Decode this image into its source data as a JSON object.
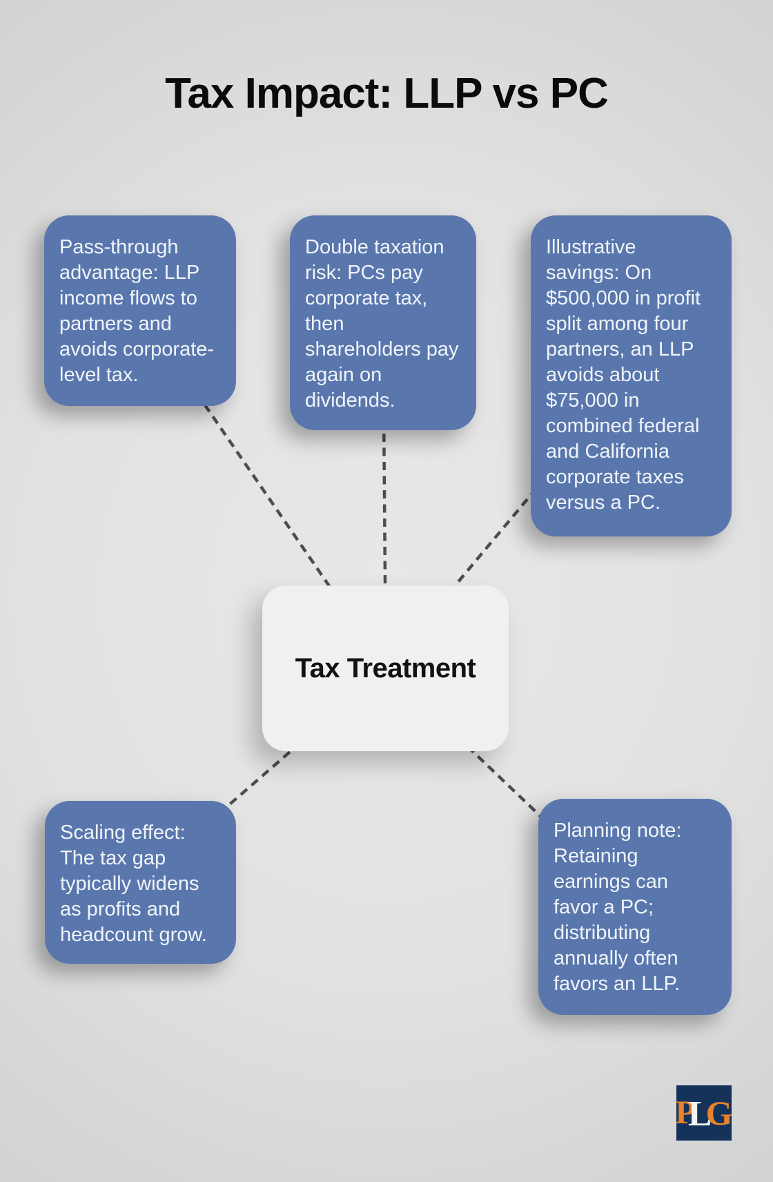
{
  "title": "Tax Impact: LLP vs PC",
  "hub": {
    "label": "Tax Treatment"
  },
  "nodes": [
    {
      "id": "pass-through-advantage",
      "text": "Pass-through\nadvantage: LLP\nincome flows to\npartners and\navoids corporate-\nlevel tax."
    },
    {
      "id": "double-taxation-risk",
      "text": "Double taxation\nrisk: PCs pay\ncorporate tax,\nthen\nshareholders pay\nagain on\ndividends."
    },
    {
      "id": "illustrative-savings",
      "text": "Illustrative\nsavings: On\n$500,000 in profit\nsplit among four\npartners, an LLP\navoids about\n$75,000 in\ncombined federal\nand California\ncorporate taxes\nversus a PC."
    },
    {
      "id": "scaling-effect",
      "text": "Scaling effect:\nThe tax gap\ntypically widens\nas profits and\nheadcount grow."
    },
    {
      "id": "planning-note",
      "text": "Planning note:\nRetaining\nearnings can\nfavor a PC;\ndistributing\nannually often\nfavors an LLP."
    }
  ],
  "logo": {
    "letters": [
      "P",
      "L",
      "G"
    ]
  },
  "colors": {
    "node_fill": "#5a77ad",
    "node_text": "#f0f4f9",
    "hub_fill": "#eff0f2",
    "hub_text": "#121212",
    "connector": "#4d4d4d",
    "background": "#dedede",
    "title_color": "#0b0b0b",
    "logo_bg": "#15335a",
    "logo_orange": "#e8832a",
    "logo_white": "#f4f4f4"
  }
}
